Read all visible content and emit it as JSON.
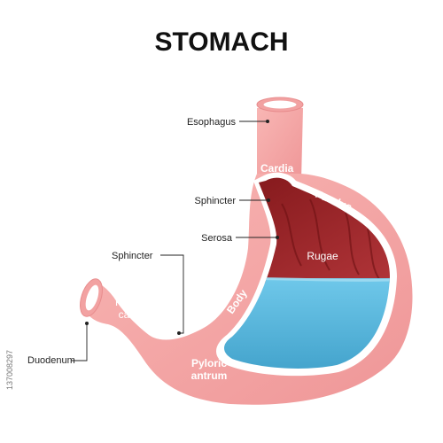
{
  "title": "STOMACH",
  "labels": {
    "esophagus": "Esophagus",
    "sphincter_upper": "Sphincter",
    "serosa": "Serosa",
    "sphincter_lower": "Sphincter",
    "duodenum": "Duodenum"
  },
  "inner_labels": {
    "cardia": "Cardia",
    "fundus": "Fundus",
    "rugae": "Rugae",
    "body": "Body",
    "pyloric_canal_1": "Pyloric",
    "pyloric_canal_2": "canal",
    "pyloric_antrum_1": "Pyloric",
    "pyloric_antrum_2": "antrum"
  },
  "watermark": "137008297",
  "colors": {
    "outer_tissue": "#f4a6a6",
    "serosa_line": "#ffffff",
    "rugae": "#a0282a",
    "gastric_fluid": "#5ab8dc"
  }
}
